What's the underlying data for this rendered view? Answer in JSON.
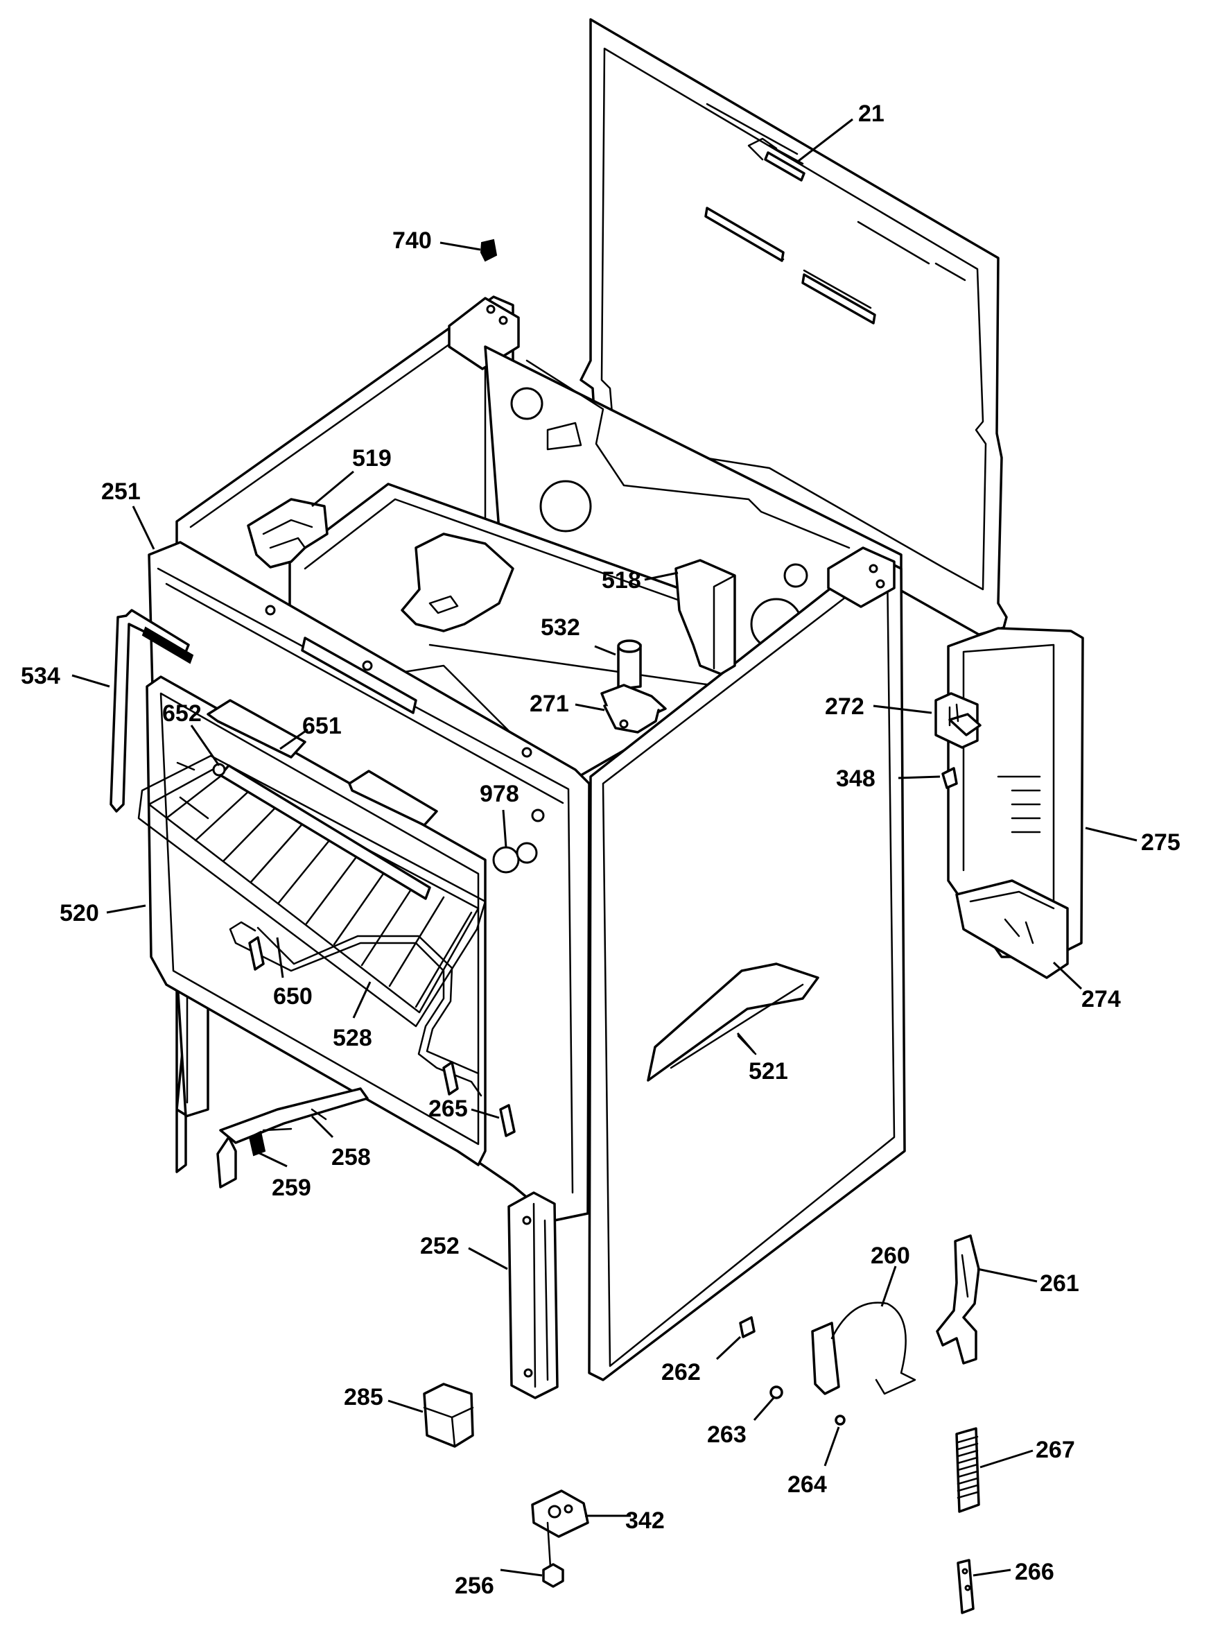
{
  "diagram": {
    "callouts": {
      "p21": "21",
      "p740": "740",
      "p519": "519",
      "p251": "251",
      "p518": "518",
      "p532": "532",
      "p534": "534",
      "p652": "652",
      "p651": "651",
      "p271": "271",
      "p272": "272",
      "p978": "978",
      "p348": "348",
      "p275": "275",
      "p520": "520",
      "p650": "650",
      "p528": "528",
      "p274": "274",
      "p521": "521",
      "p265": "265",
      "p258": "258",
      "p259": "259",
      "p252": "252",
      "p260": "260",
      "p261": "261",
      "p262": "262",
      "p285": "285",
      "p263": "263",
      "p267": "267",
      "p264": "264",
      "p342": "342",
      "p266": "266",
      "p256": "256"
    }
  }
}
